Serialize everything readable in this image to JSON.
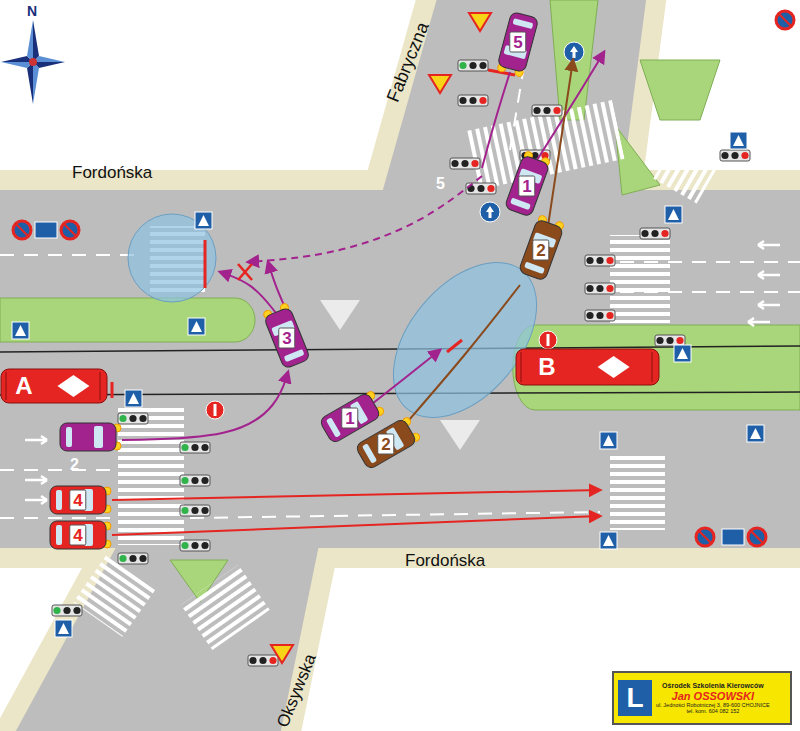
{
  "diagram": {
    "nodes": [
      {
        "text": [
          "5"
        ]
      },
      {
        "text": [
          "1"
        ]
      },
      {
        "text": [
          "2"
        ]
      },
      {
        "text": [
          "3"
        ]
      },
      {
        "text": [
          "A"
        ]
      },
      {
        "text": [
          "B"
        ]
      },
      {
        "text": [
          "1"
        ]
      },
      {
        "text": [
          "2"
        ]
      },
      {
        "text": [
          "4"
        ]
      },
      {
        "text": [
          "4"
        ]
      },
      {
        "text": [
          "L",
          "Ośrodek Szkolenia Kierowców",
          "Jan OSSOWSKI",
          "ul. Jedności Robotniczej 3, 89-600 CHOJNICE",
          "tel. kom. 604 082 152"
        ]
      }
    ],
    "labels": [
      "N",
      "Fabryczna",
      "Fordońska",
      "5",
      "2",
      "Fordońska",
      "Oksywska"
    ]
  }
}
